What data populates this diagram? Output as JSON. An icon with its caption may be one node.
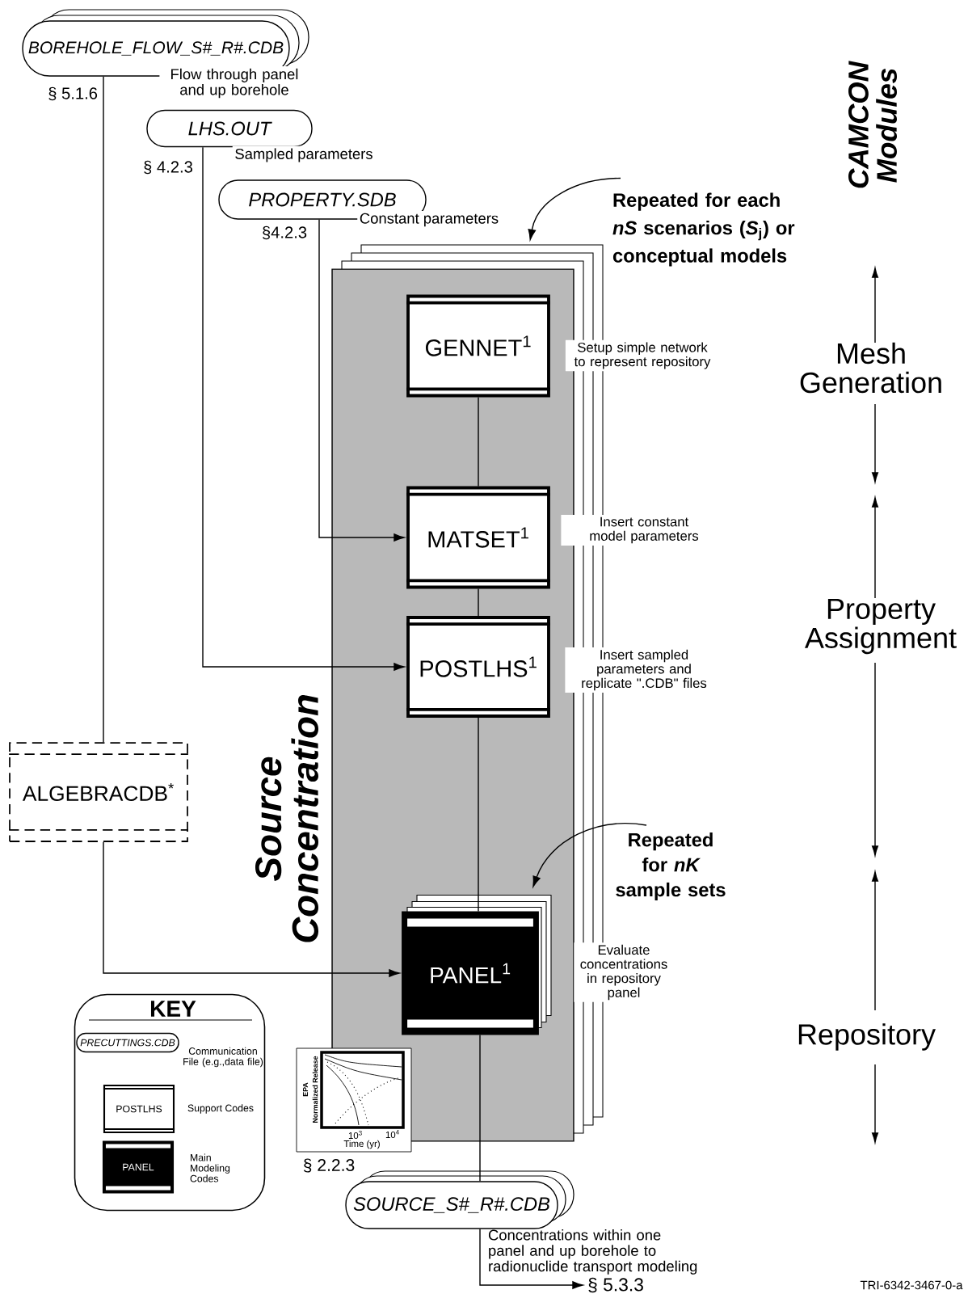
{
  "diagram": {
    "nodes": [
      {
        "text": [
          "BOREHOLE_FLOW_S#_R#.CDB"
        ],
        "beside": [
          "Flow through panel and up borehole",
          "§ 5.1.6"
        ]
      },
      {
        "text": [
          "LHS.OUT"
        ],
        "beside": [
          "Sampled parameters",
          "§ 4.2.3"
        ]
      },
      {
        "text": [
          "PROPERTY.SDB"
        ],
        "beside": [
          "Constant parameters",
          "§4.2.3"
        ]
      },
      {
        "text": [
          "Source Concentration"
        ]
      },
      {
        "text": [
          "GENNET$^{1}$"
        ],
        "in": 3,
        "beside": [
          "Setup simple network to represent repository"
        ]
      },
      {
        "text": [
          "MATSET$^{1}$"
        ],
        "in": 3,
        "beside": [
          "Insert constant model parameters"
        ]
      },
      {
        "text": [
          "POSTLHS$^{1}$"
        ],
        "in": 3,
        "beside": [
          "Insert sampled parameters and replicate \".CDB\" files"
        ]
      },
      {
        "text": [
          "ALGEBRACDB$^{*}$"
        ]
      },
      {
        "text": [
          "PANEL$^{1}$"
        ],
        "in": 3,
        "beside": [
          "Evaluate concentrations in repository panel"
        ]
      },
      {
        "text": [
          "SOURCE_S#_R#.CDB"
        ],
        "beside": [
          "Concentrations within one panel and up borehole to radionuclide transport modeling"
        ]
      },
      {
        "text": [
          "§ 5.3.3"
        ]
      },
      {
        "text": [
          "KEY"
        ]
      },
      {
        "text": [
          "PRECUTTINGS.CDB"
        ],
        "in": 11,
        "beside": [
          "Communication File (e.g.,data file)"
        ]
      },
      {
        "text": [
          "POSTLHS"
        ],
        "in": 11,
        "beside": [
          "Support Codes"
        ]
      },
      {
        "text": [
          "PANEL"
        ],
        "in": 11,
        "beside": [
          "Main Modeling Codes"
        ]
      },
      {
        "text": [
          "Repeated for each *nS* scenarios (*S*$_{j}$) or conceptual models"
        ]
      },
      {
        "text": [
          "Repeated for *nK* sample sets"
        ]
      }
    ],
    "edges": [
      {
        "from": 0,
        "to": 7,
        "arrow": "none"
      },
      {
        "from": 7,
        "to": 8,
        "arrow": "to"
      },
      {
        "from": 1,
        "to": 6,
        "arrow": "to"
      },
      {
        "from": 2,
        "to": 5,
        "arrow": "to"
      },
      {
        "from": 4,
        "to": 5,
        "arrow": "none"
      },
      {
        "from": 5,
        "to": 6,
        "arrow": "none"
      },
      {
        "from": 6,
        "to": 8,
        "arrow": "none"
      },
      {
        "from": 8,
        "to": 9,
        "arrow": "none"
      },
      {
        "from": 9,
        "to": 10,
        "arrow": "to"
      },
      {
        "from": 15,
        "to": 3,
        "arrow": "to"
      },
      {
        "from": 16,
        "to": 8,
        "arrow": "to"
      }
    ],
    "labels": [
      "CAMCON Modules",
      "Mesh Generation",
      "Property Assignment",
      "Repository",
      "EPA",
      "Normalized Release",
      "10$^{3}$",
      "10$^{4}$",
      "Time (yr)",
      "§ 2.2.3",
      "TRI-6342-3467-0-a"
    ]
  }
}
